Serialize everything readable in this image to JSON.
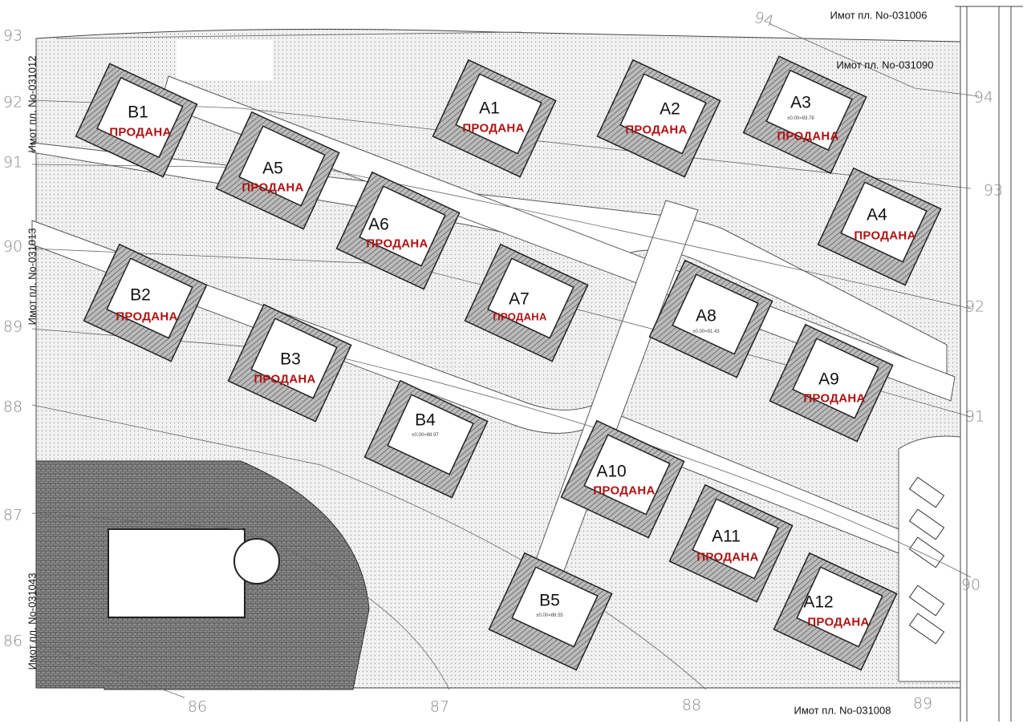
{
  "title": "Site plan",
  "properties": {
    "top": "Имот пл. No-031006",
    "top_inner": "Имот пл. No-031090",
    "bottom": "Имот пл. No-031008",
    "left_top": "Имот пл. No-031012",
    "left_mid": "Имот пл. No-031013",
    "left_bottom": "Имот пл. No-031043"
  },
  "sold_label": "ПРОДАНА",
  "colors": {
    "sold": "#b01313",
    "line": "#333333",
    "contour": "#888888"
  },
  "plots": [
    {
      "name": "B1",
      "sold": true
    },
    {
      "name": "A1",
      "sold": true
    },
    {
      "name": "A2",
      "sold": true
    },
    {
      "name": "A3",
      "sold": true,
      "elevation": "±0.00=93.78"
    },
    {
      "name": "A4",
      "sold": true
    },
    {
      "name": "A5",
      "sold": true
    },
    {
      "name": "A6",
      "sold": true
    },
    {
      "name": "A7",
      "sold": true
    },
    {
      "name": "A8",
      "sold": false,
      "elevation": "±0.00=91.43"
    },
    {
      "name": "A9",
      "sold": true
    },
    {
      "name": "B2",
      "sold": true
    },
    {
      "name": "B3",
      "sold": true
    },
    {
      "name": "B4",
      "sold": false,
      "elevation": "±0.00=88.97"
    },
    {
      "name": "A10",
      "sold": true
    },
    {
      "name": "A11",
      "sold": true
    },
    {
      "name": "A12",
      "sold": true
    },
    {
      "name": "B5",
      "sold": false,
      "elevation": "±0.00=88.55"
    }
  ],
  "contours": {
    "left": [
      "93",
      "92",
      "91",
      "90",
      "89",
      "88",
      "87",
      "86"
    ],
    "top": "94",
    "right": [
      "94",
      "93",
      "92",
      "91",
      "90"
    ],
    "bottom": [
      "86",
      "87",
      "88",
      "89"
    ]
  }
}
